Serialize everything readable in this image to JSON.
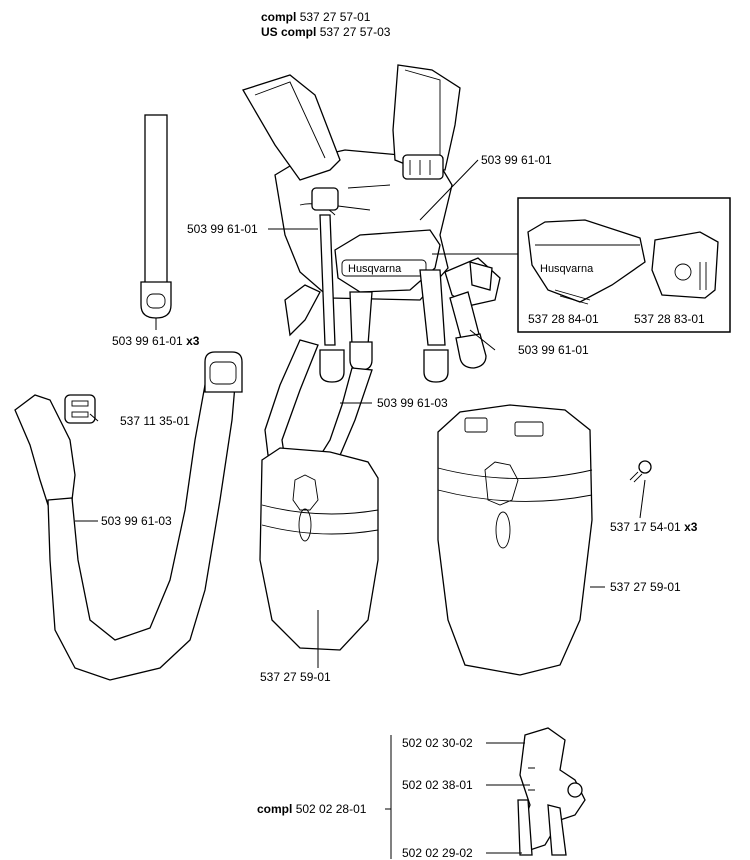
{
  "header": {
    "compl_prefix": "compl",
    "compl_number": "537 27 57-01",
    "us_prefix": "US compl",
    "us_number": "537 27 57-03"
  },
  "logo_text": "Husqvarna",
  "labels": {
    "strap_top_left": "503 99 61-01",
    "strap_top_left_qty": "x3",
    "harness_left": "503 99 61-01",
    "harness_right_top": "503 99 61-01",
    "harness_right_bottom": "503 99 61-01",
    "center_strap": "503 99 61-03",
    "buckle": "537 11 35-01",
    "left_strap": "503 99 61-03",
    "inset_left": "537 28 84-01",
    "inset_right": "537 28 83-01",
    "screw": "537 17 54-01",
    "screw_qty": "x3",
    "pad_left": "537 27 59-01",
    "pad_right": "537 27 59-01",
    "hook_compl_prefix": "compl",
    "hook_compl": "502 02 28-01",
    "hook_a": "502 02 30-02",
    "hook_b": "502 02 38-01",
    "hook_c": "502 02 29-02"
  }
}
